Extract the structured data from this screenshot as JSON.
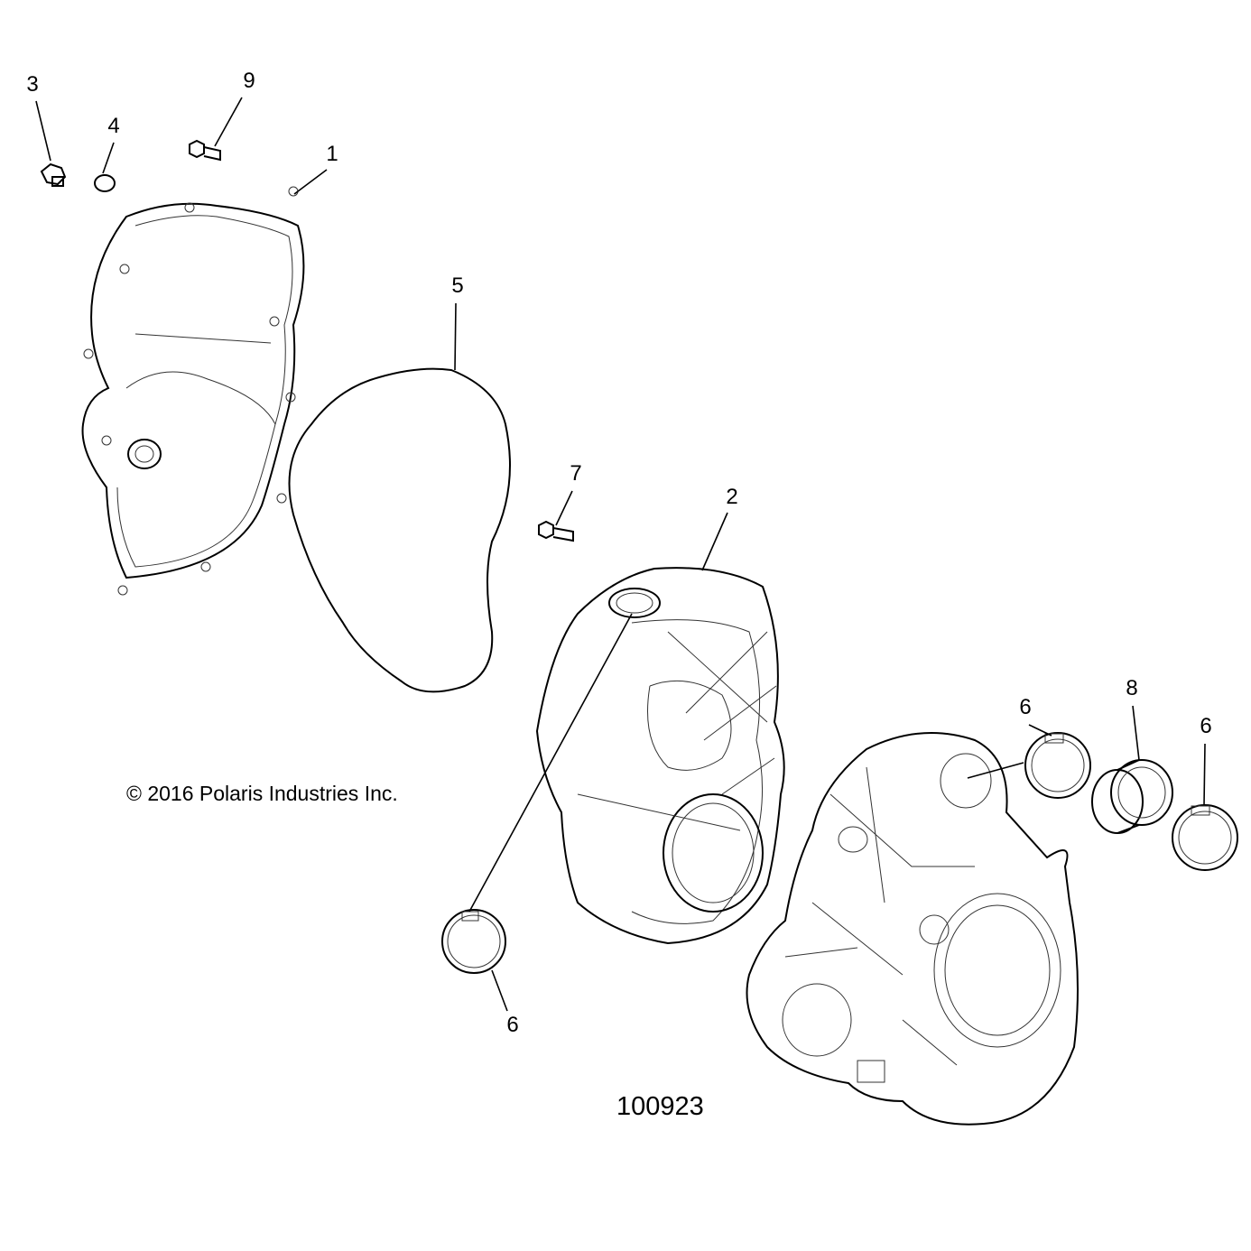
{
  "copyright": "© 2016 Polaris Industries Inc.",
  "figure_number": "100923",
  "callouts": [
    {
      "label": "3",
      "part": "drain-plug"
    },
    {
      "label": "4",
      "part": "o-ring"
    },
    {
      "label": "9",
      "part": "bolt"
    },
    {
      "label": "1",
      "part": "outer-clutch-cover"
    },
    {
      "label": "5",
      "part": "cover-seal"
    },
    {
      "label": "7",
      "part": "bolt"
    },
    {
      "label": "2",
      "part": "inner-clutch-cover"
    },
    {
      "label": "6",
      "part": "hose-clamp"
    },
    {
      "label": "8",
      "part": "duct-coupler"
    },
    {
      "label": "6",
      "part": "hose-clamp"
    },
    {
      "label": "6",
      "part": "hose-clamp"
    }
  ]
}
